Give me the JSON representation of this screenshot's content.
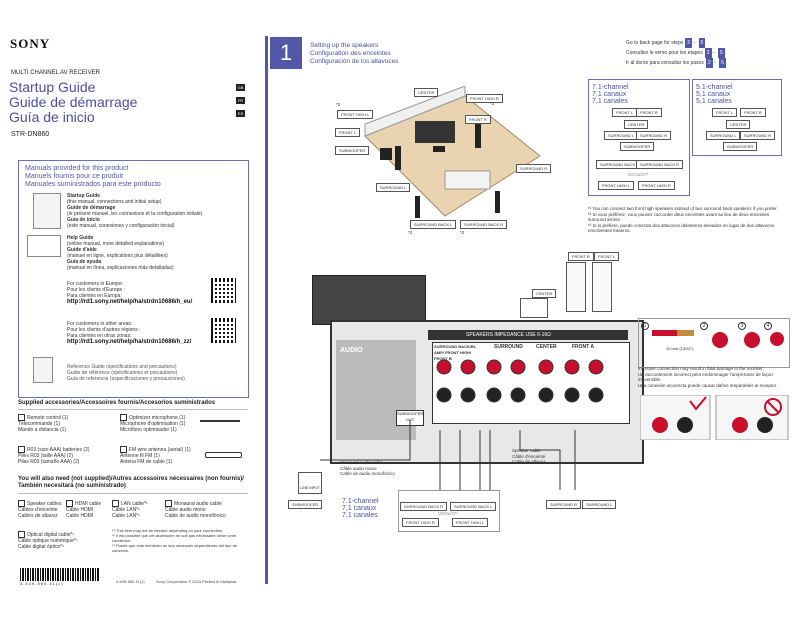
{
  "brand": "SONY",
  "product_type": "MULTI CHANNEL AV RECEIVER",
  "titles": [
    "Startup Guide",
    "Guide de démarrage",
    "Guía de inicio"
  ],
  "lang_codes": [
    "GB",
    "FR",
    "ES"
  ],
  "model": "STR-DN860",
  "manuals": {
    "heading": [
      "Manuals provided for this product",
      "Manuels fournis pour ce produit",
      "Manuales suministrados para este producto"
    ],
    "startup": [
      "Startup Guide",
      "(this manual, connections and initial setup)",
      "Guide de démarrage",
      "(le présent manuel, les connexions et la configuration initiale)",
      "Guía de inicio",
      "(este manual, conexiones y configuración inicial)"
    ],
    "help": [
      "Help Guide",
      "(online manual, more detailed explanations)",
      "Guide d'aide",
      "(manuel en ligne, explications plus détaillées)",
      "Guía de ayuda",
      "(manual en línea, explicaciones más detalladas)"
    ],
    "europe": [
      "For customers in Europe:",
      "Pour les clients d'Europe :",
      "Para clientes en Europa:"
    ],
    "europe_url": "http://rd1.sony.net/help/ha/strdn10686/h_eu/",
    "other": [
      "For customers in other areas:",
      "Pour les clients d'autres régions :",
      "Para clientes en otras zonas:"
    ],
    "other_url": "http://rd1.sony.net/help/ha/strdn10686/h_zz/",
    "reference": [
      "Reference Guide (specifications and precautions)",
      "Guide de référence (spécifications et précautions)",
      "Guía de referencia (especificaciones y precauciones)"
    ]
  },
  "supplied": {
    "heading": "Supplied accessories/Accessoires fournis/Accesorios suministrados",
    "items": [
      [
        "Remote control (1)",
        "Télécommande (1)",
        "Mando a distancia (1)"
      ],
      [
        "Optimizer microphone (1)",
        "Microphone d'optimisation (1)",
        "Micrófono optimizador (1)"
      ],
      [
        "R03 (size-AAA) batteries (2)",
        "Piles R03 (taille AAA) (2)",
        "Pilas R03 (tamaño AAA) (2)"
      ],
      [
        "FM wire antenna (aerial) (1)",
        "Antenne fil FM (1)",
        "Antena FM de cable (1)"
      ]
    ]
  },
  "needed": {
    "heading": [
      "You will also need (not supplied)/Autres accessoires nécessaires (non fournis)/",
      "También necesitará (no suministrado)"
    ],
    "items": [
      [
        "Speaker cables",
        "Câbles d'enceinte",
        "Cables de altavoz"
      ],
      [
        "HDMI cable",
        "Câble HDMI",
        "Cable HDMI"
      ],
      [
        "LAN cable*¹",
        "Câble LAN*¹",
        "Cable LAN*¹"
      ],
      [
        "Monaural audio cable",
        "Câble audio mono",
        "Cable de audio monofónico"
      ],
      [
        "Optical digital cable*¹",
        "Câble optique numérique*¹",
        "Cable digital óptico*¹"
      ]
    ],
    "notes": [
      "*¹ This item may not be needed depending on your connection.",
      "*¹ Il est possible que cet accessoire ne soit pas nécessaire selon votre connexion.",
      "*¹ Puede que este elemento no sea necesario dependiendo del tipo de conexión."
    ]
  },
  "footer": {
    "barcode": "4-549-560-11(1)",
    "partno": "4-549-560-11(1)",
    "copyright": "Sony Corporation © 2015   Printed in Malaysia"
  },
  "step": {
    "number": "1",
    "heading": [
      "Setting up the speakers",
      "Configuration des enceintes",
      "Configuración de los altavoces"
    ]
  },
  "goback": [
    [
      "Go to back page for steps",
      "2",
      "5"
    ],
    [
      "Consultez le verso pour les étapes",
      "2",
      "5"
    ],
    [
      "Ir al dorso para consultar los pasos",
      "2",
      "5"
    ]
  ],
  "room_labels": [
    "CENTER",
    "FRONT HIGH R",
    "FRONT HIGH L",
    "FRONT L",
    "FRONT R",
    "SUBWOOFER",
    "SURROUND L",
    "SURROUND R",
    "SURROUND BACK L",
    "SURROUND BACK R",
    "*2",
    "*2",
    "*2",
    "*2"
  ],
  "ch71": {
    "heading": [
      "7.1-channel",
      "7,1 canaux",
      "7,1 canales"
    ],
    "labels": [
      "FRONT L",
      "FRONT R",
      "CENTER",
      "SURROUND L",
      "SURROUND R",
      "SUBWOOFER",
      "SURROUND BACK L",
      "SURROUND BACK R",
      "Or/Ou/O*²",
      "FRONT HIGH L",
      "FRONT HIGH R"
    ]
  },
  "ch51": {
    "heading": [
      "5.1-channel",
      "5,1 canaux",
      "5,1 canales"
    ],
    "labels": [
      "FRONT L",
      "FRONT R",
      "CENTER",
      "SURROUND L",
      "SURROUND R",
      "SUBWOOFER"
    ]
  },
  "notes2": [
    "*² You can connect two front high speakers instead of two surround back speakers if you prefer.",
    "*² Si vous préférez, vous pouvez raccorder deux enceintes avant au lieu de deux enceintes surround arrière.",
    "*² Si lo prefiere, puede conectar dos altavoces delanteros elevados en lugar de dos altavoces envolventes traseros."
  ],
  "receiver": {
    "speakers": "SPEAKERS  IMPEDANCE USE 6-16Ω",
    "audio": "AUDIO",
    "sub_out": "SUBWOOFER OUT",
    "terminals": [
      "SURROUND BACK/BI-AMP/ FRONT HIGH/ FRONT B",
      "SURROUND",
      "CENTER",
      "FRONT A"
    ],
    "tops": [
      "FRONT R",
      "FRONT L",
      "CENTER"
    ]
  },
  "cable_labels": {
    "mono": [
      "Monaural audio cable",
      "Câble audio mono",
      "Cable de audio monofónico"
    ],
    "speaker": [
      "Speaker cable",
      "Câble d'enceinte",
      "Cable de altavoz"
    ],
    "line": "LINE INPUT",
    "subwoofer": "SUBWOOFER"
  },
  "bottom71": {
    "heading": [
      "7.1-channel",
      "7,1 canaux",
      "7,1 canales"
    ],
    "labels": [
      "SURROUND BACK R",
      "SURROUND BACK L",
      "Or/Ou/O*²",
      "FRONT HIGH R",
      "FRONT HIGH L",
      "SURROUND R",
      "SURROUND L"
    ]
  },
  "wire": {
    "length": "10 mm (13/32\")",
    "steps": [
      "1",
      "2",
      "3",
      "4"
    ],
    "warning": [
      "Improper connection may result in fatal damage to the receiver.",
      "Un raccordement incorrect peut endommager l'ampli-tuner de façon irréversible.",
      "Una conexión incorrecta puede causar daños irreparables al receptor."
    ]
  }
}
